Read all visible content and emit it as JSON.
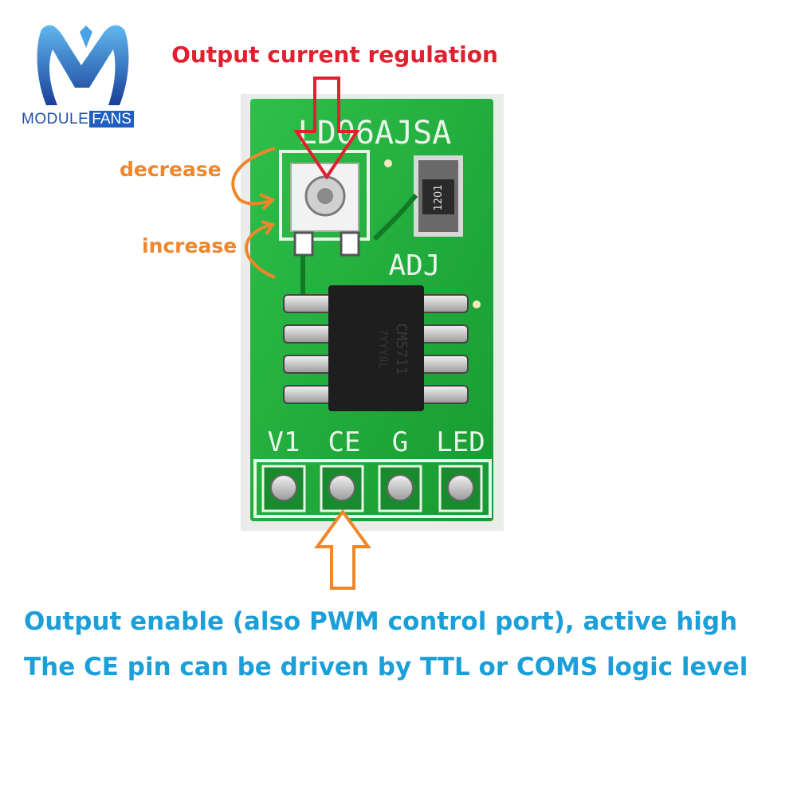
{
  "brand": {
    "name_part1": "MODULE",
    "name_part2": "FANS",
    "color_primary": "#1f4fa0",
    "color_accent": "#4aa3e8"
  },
  "annotations": {
    "top_label": "Output current regulation",
    "decrease_label": "decrease",
    "increase_label": "increase",
    "color_top": "#e0202e",
    "color_side": "#f0862a"
  },
  "board": {
    "model": "LD06AJSA",
    "adj_label": "ADJ",
    "resistor_code": "1201",
    "chip_marking_1": "CM5711",
    "chip_marking_2": "7YYY8L",
    "pins": [
      "V1",
      "CE",
      "G",
      "LED"
    ],
    "color_pcb": "#21a83a"
  },
  "captions": {
    "line1": "Output enable (also PWM control port), active high",
    "line2": "The CE pin can be driven by TTL or COMS logic level",
    "color": "#1a9fd8"
  }
}
